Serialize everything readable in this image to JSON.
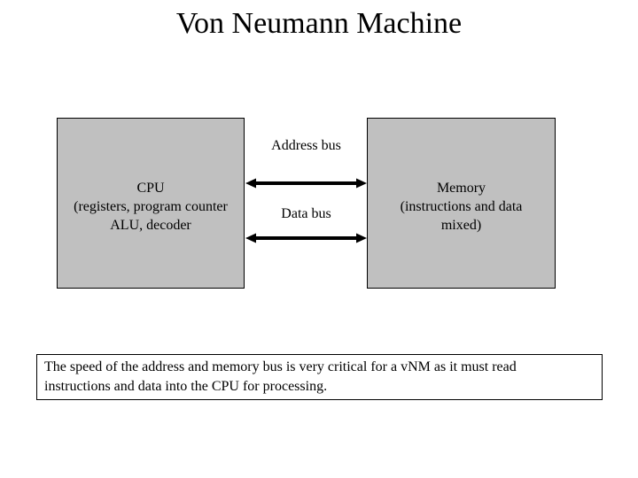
{
  "slide": {
    "title": "Von Neumann Machine",
    "boxes": {
      "cpu": {
        "lines": [
          "CPU",
          "(registers, program counter",
          "ALU, decoder"
        ]
      },
      "memory": {
        "lines": [
          "Memory",
          "(instructions and data",
          "mixed)"
        ]
      }
    },
    "buses": {
      "address": {
        "label": "Address bus"
      },
      "data": {
        "label": "Data bus"
      }
    },
    "note_lines": [
      "The speed of the address and memory bus is very critical for a vNM as it must read",
      "instructions and data into the CPU for processing."
    ],
    "colors": {
      "background": "#ffffff",
      "box_fill": "#c0c0c0",
      "box_border": "#000000",
      "arrow": "#000000",
      "text": "#000000"
    }
  }
}
